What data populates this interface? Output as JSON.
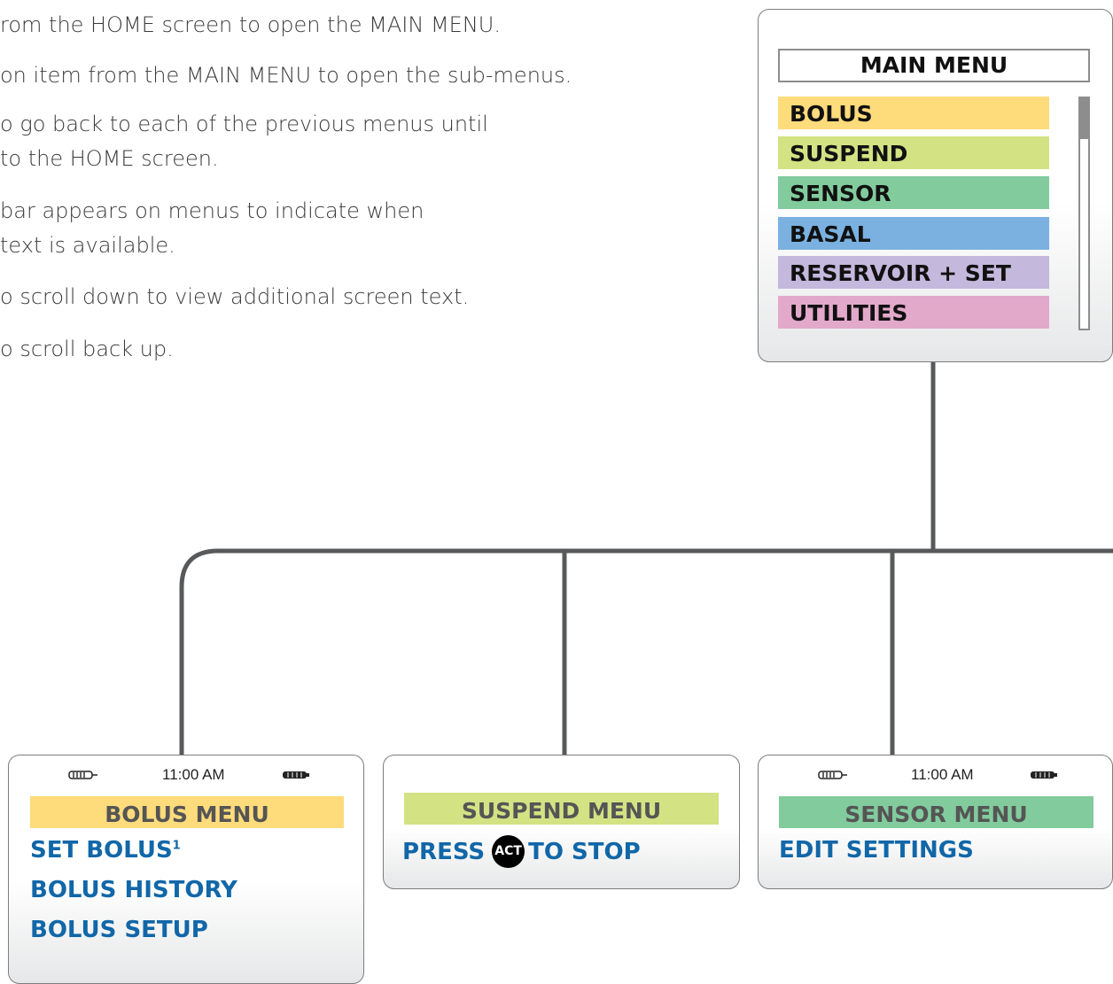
{
  "instructions": [
    "rom the HOME screen to open the MAIN MENU.",
    "on item from the MAIN MENU to open the sub-menus.",
    "o go back to each of the previous menus until",
    " to the HOME screen.",
    "bar appears on menus to indicate when",
    "text is available.",
    "o scroll down to view additional screen text.",
    "o scroll back up."
  ],
  "main_menu": {
    "title": "MAIN MENU",
    "items": [
      {
        "label": "BOLUS",
        "color": "#fedb7b"
      },
      {
        "label": "SUSPEND",
        "color": "#d3e283"
      },
      {
        "label": "SENSOR",
        "color": "#82cb9d"
      },
      {
        "label": "BASAL",
        "color": "#7ab1e1"
      },
      {
        "label": "RESERVOIR + SET",
        "color": "#c4b8dd"
      },
      {
        "label": "UTILITIES",
        "color": "#e2a9cb"
      }
    ]
  },
  "bolus_menu": {
    "time": "11:00 AM",
    "title": "BOLUS MENU",
    "header_color": "#fedb7b",
    "items": [
      "SET BOLUS",
      "BOLUS HISTORY",
      "BOLUS SETUP"
    ],
    "footnote": "1"
  },
  "suspend_menu": {
    "title": "SUSPEND MENU",
    "header_color": "#d3e283",
    "press": "PRESS",
    "act": "ACT",
    "to_stop": "TO STOP"
  },
  "sensor_menu": {
    "time": "11:00 AM",
    "title": "SENSOR MENU",
    "header_color": "#82cb9d",
    "items": [
      "EDIT SETTINGS"
    ]
  },
  "colors": {
    "menu_text": "#1167a8",
    "connector": "#58595b"
  }
}
